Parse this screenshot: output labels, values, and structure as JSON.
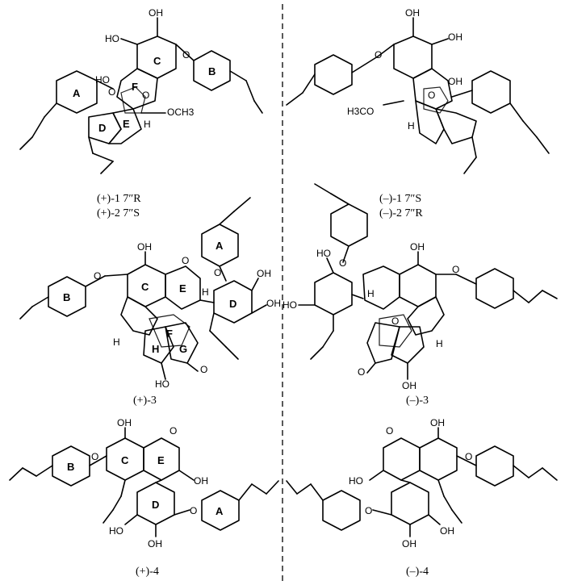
{
  "captions": {
    "c1a": "(+)-1 7″R",
    "c1b": "(+)-2 7″S",
    "c2a": "(–)-1 7″S",
    "c2b": "(–)-2 7″R",
    "c3": "(+)-3",
    "c4": "(–)-3",
    "c5": "(+)-4",
    "c6": "(–)-4"
  },
  "ring_labels": {
    "A": "A",
    "B": "B",
    "C": "C",
    "D": "D",
    "E": "E",
    "F": "F",
    "G": "G",
    "H": "H"
  },
  "atoms": {
    "OH": "OH",
    "HO": "HO",
    "O": "O",
    "H": "H",
    "OCH3": "OCH3",
    "H3CO": "H3CO"
  },
  "colors": {
    "red": "#e0203a",
    "magenta": "#e030e0",
    "yellow": "#f0f000",
    "cyan": "#20c0c0",
    "blue": "#4050d0",
    "line": "#000000"
  }
}
